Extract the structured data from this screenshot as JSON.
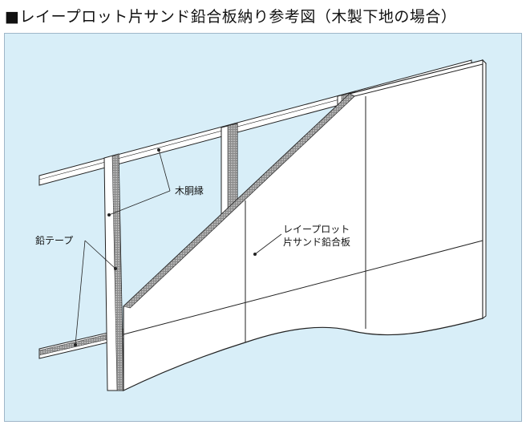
{
  "title": "■レイープロット片サンド鉛合板納り参考図（木製下地の場合）",
  "labels": {
    "furring": "木胴縁",
    "lead_tape": "鉛テープ",
    "board_line1": "レイープロット",
    "board_line2": "片サンド鉛合板"
  },
  "colors": {
    "background": "#d8eef8",
    "panel": "#ffffff",
    "line": "#222222",
    "tape": "#666666"
  }
}
